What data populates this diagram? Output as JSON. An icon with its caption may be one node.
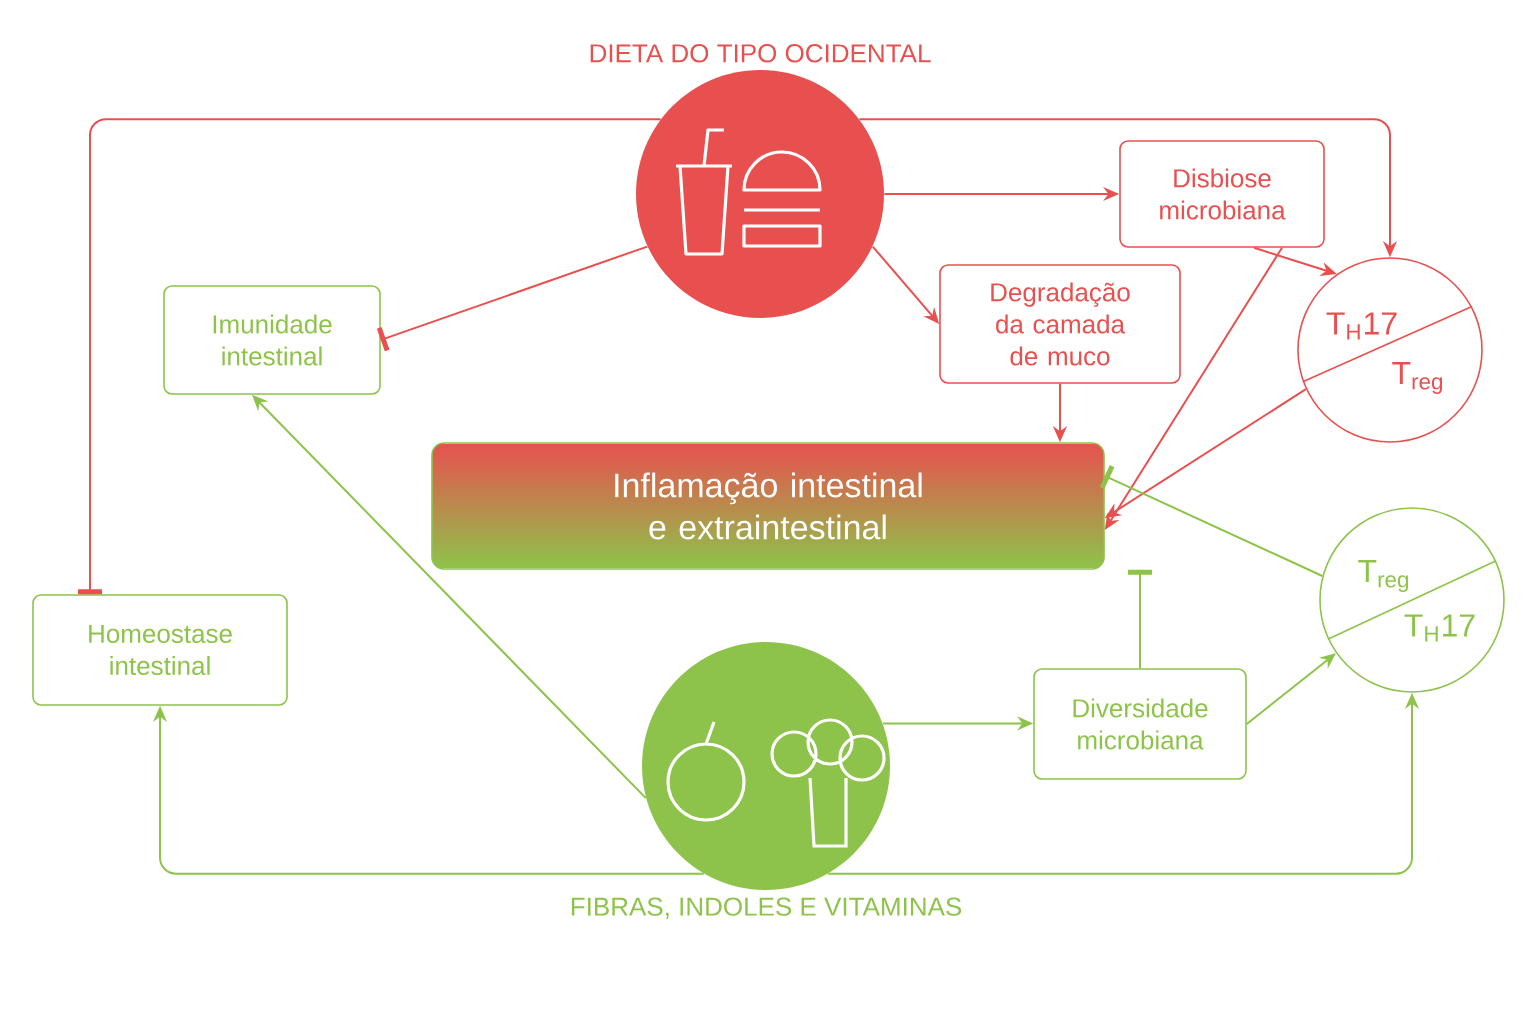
{
  "diagram": {
    "nodes": [
      {
        "text": [
          "DIETA DO TIPO OCIDENTAL"
        ]
      },
      {
        "text": [
          "Imunidade intestinal"
        ]
      },
      {
        "text": [
          "Disbiose microbiana"
        ]
      },
      {
        "text": [
          "Degradação da camada de muco"
        ]
      },
      {
        "text": [
          "T$_{H}$17",
          "T$_{reg}$"
        ]
      },
      {
        "text": [
          "Inflamação intestinal e extraintestinal"
        ]
      },
      {
        "text": [
          "Homeostase intestinal"
        ]
      },
      {
        "text": [
          "FIBRAS, INDOLES E VITAMINAS"
        ]
      },
      {
        "text": [
          "Diversidade microbiana"
        ]
      },
      {
        "text": [
          "T$_{reg}$",
          "T$_{H}$17"
        ]
      }
    ],
    "edges": [
      {
        "from": 0,
        "to": 2,
        "arrow": "to"
      },
      {
        "from": 0,
        "to": 3,
        "arrow": "to"
      },
      {
        "from": 0,
        "to": 4,
        "arrow": "to"
      },
      {
        "from": 0,
        "to": 1,
        "arrow": "other"
      },
      {
        "from": 0,
        "to": 6,
        "arrow": "other"
      },
      {
        "from": 3,
        "to": 5,
        "arrow": "to"
      },
      {
        "from": 2,
        "to": 5,
        "arrow": "to"
      },
      {
        "from": 2,
        "to": 4,
        "arrow": "to"
      },
      {
        "from": 4,
        "to": 5,
        "arrow": "to"
      },
      {
        "from": 7,
        "to": 1,
        "arrow": "to",
        "color": "#8dc34a"
      },
      {
        "from": 7,
        "to": 6,
        "arrow": "to",
        "color": "#8dc34a"
      },
      {
        "from": 7,
        "to": 8,
        "arrow": "to",
        "color": "#8dc34a"
      },
      {
        "from": 7,
        "to": 9,
        "arrow": "to",
        "color": "#8dc34a"
      },
      {
        "from": 8,
        "to": 5,
        "arrow": "other",
        "color": "#8dc34a"
      },
      {
        "from": 8,
        "to": 9,
        "arrow": "to",
        "color": "#8dc34a"
      },
      {
        "from": 9,
        "to": 5,
        "arrow": "other",
        "color": "#8dc34a"
      }
    ]
  }
}
